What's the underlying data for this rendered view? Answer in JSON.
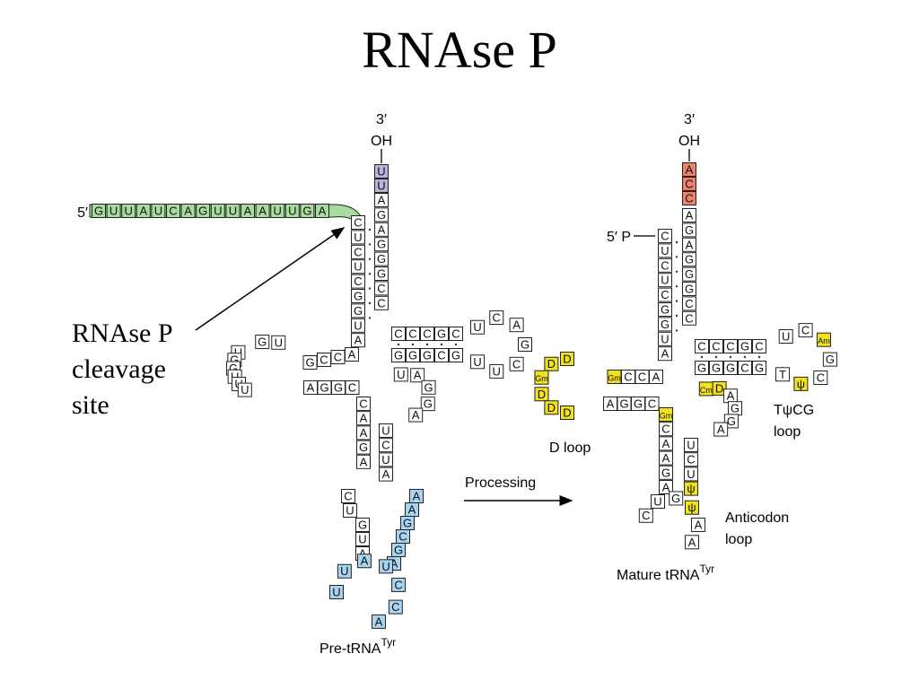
{
  "title": "RNAse P",
  "annotation": [
    "RNAse P",
    "cleavage",
    "site"
  ],
  "pre": {
    "label": "Pre-tRNA",
    "label_sup": "Tyr",
    "three_prime": "3′",
    "oh": "OH",
    "five_prime": "5′",
    "leader": "GUUAUCAGUUAAUUGA",
    "tail": "UU",
    "acceptor_left": "CUCUCGGUA",
    "acceptor_right": "AGAGGGCC",
    "d_arm_top": "ACCG",
    "d_loop": "UGGUUU",
    "d_arm_bottom": "AGGC",
    "anticodon_left": "CAAGA",
    "anticodon_right": "UCUA",
    "anticodon_loop": "UUAUCCA",
    "t_arm_top": "CCCGC",
    "t_arm_bottom": "GGGCG",
    "t_loop": "UCAGCUU",
    "variable_loop": "UAGGA"
  },
  "mature": {
    "label": "Mature tRNA",
    "label_sup": "Tyr",
    "three_prime": "3′",
    "oh": "OH",
    "five_prime_p": "5′ P",
    "cca": "ACC",
    "acceptor_left": "CUCUCGGUA",
    "acceptor_right": "AGAGGGCC",
    "d_arm_top": "ACCGm",
    "d_loop": "DDGmDDD",
    "d_arm_bottom": "AGGC",
    "anticodon_left": "GmCAAGA",
    "anticodon_right": "UCUψ",
    "anticodon_loop": "CUGψAA",
    "t_arm_top": "CCCGC",
    "t_arm_bottom": "GGGCG",
    "t_loop": "UCAmGCψT",
    "variable_loop": "CmDAGGA",
    "d_loop_label": "D loop",
    "tpsicg_label": "TψCG",
    "tpsicg_label2": "loop",
    "anticodon_label": "Anticodon",
    "anticodon_label2": "loop"
  },
  "processing": "Processing",
  "colors": {
    "leader": "#a9dba0",
    "tail": "#b9b3de",
    "cca": "#f0806a",
    "modified": "#f2e21a",
    "pre_loop": "#a7d4f0",
    "box": "#ffffff",
    "stroke": "#222222"
  }
}
